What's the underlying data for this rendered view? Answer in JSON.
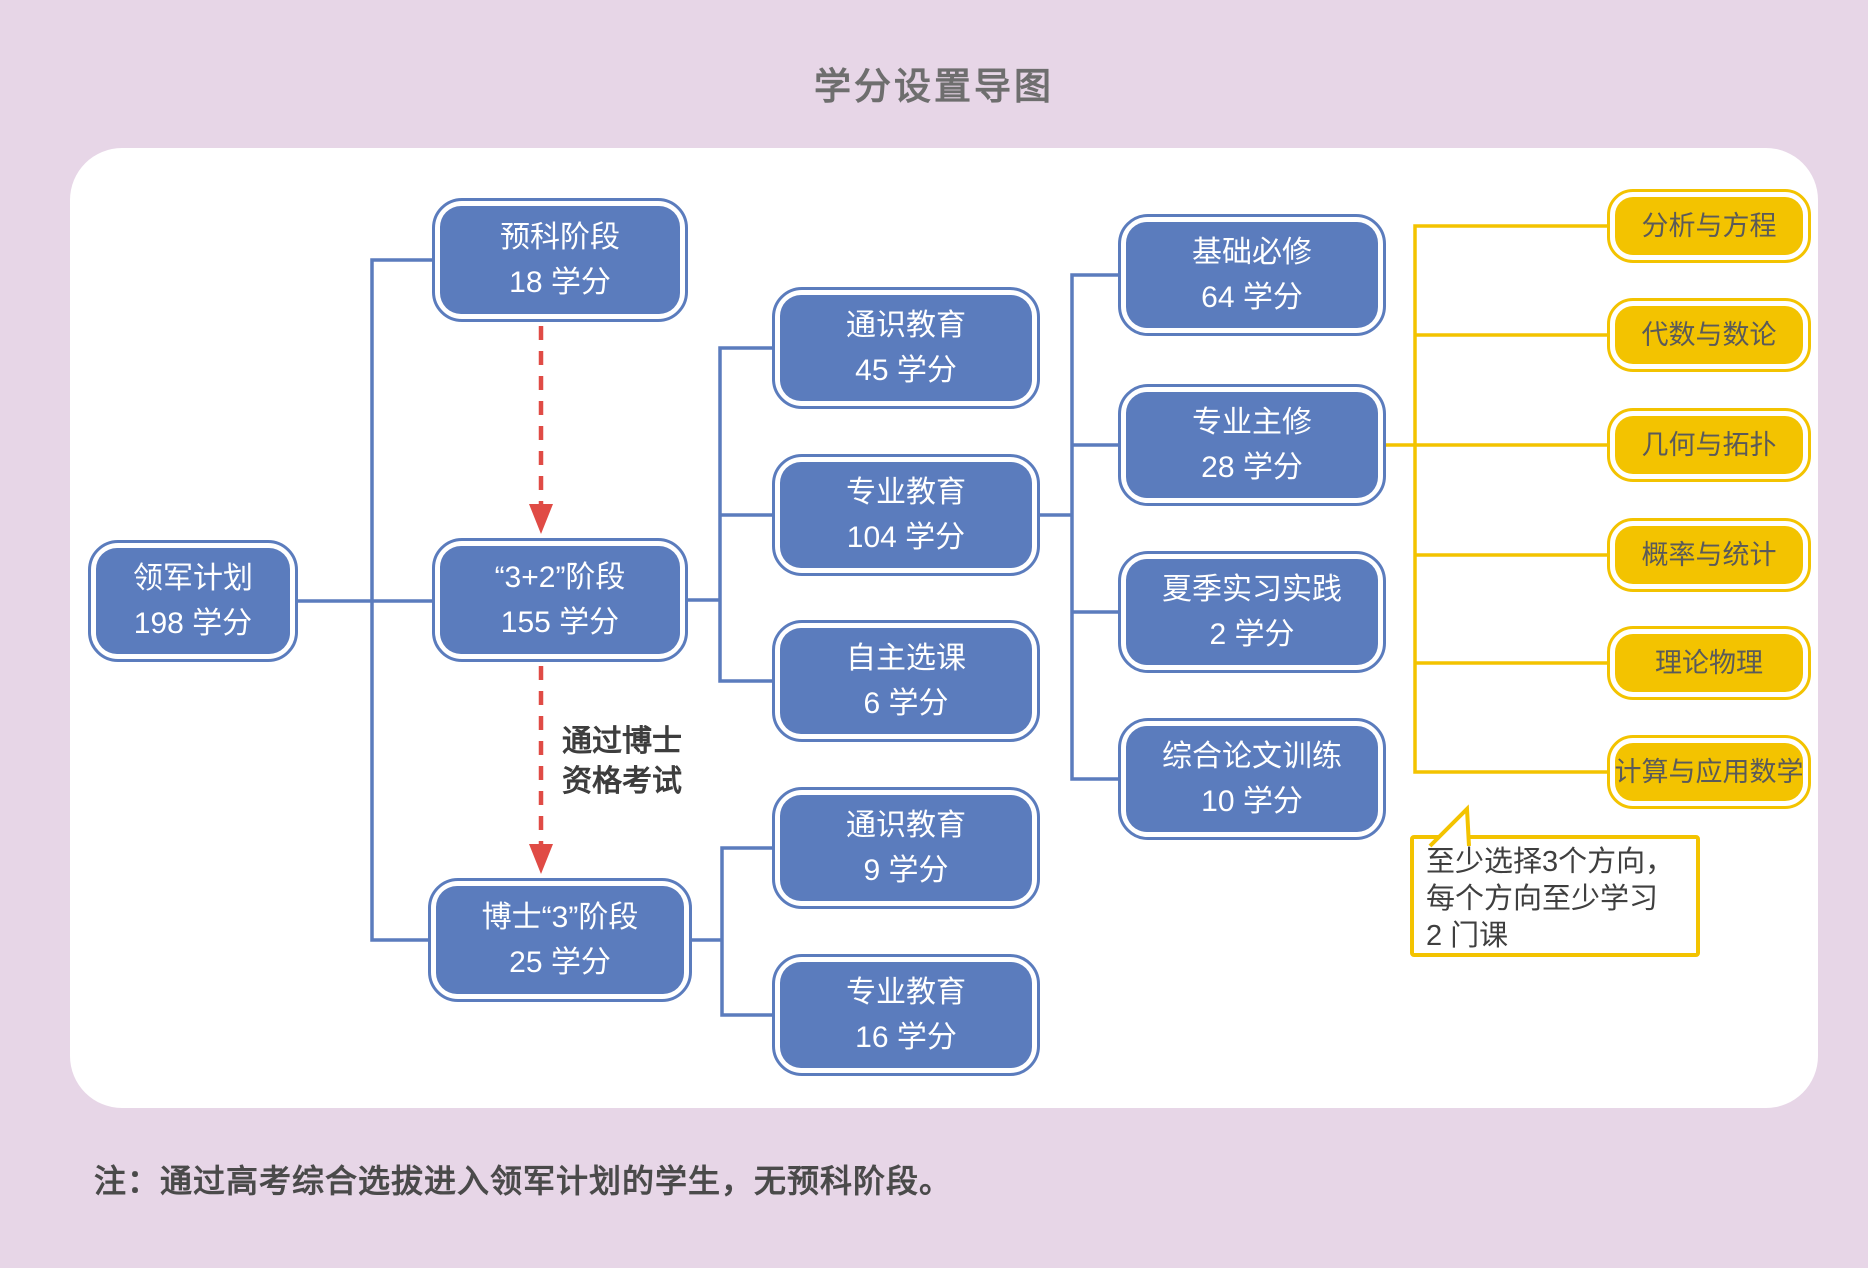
{
  "title": "学分设置导图",
  "note": "注：通过高考综合选拔进入领军计划的学生，无预科阶段。",
  "root": {
    "label": "领军计划",
    "credits": "198 学分"
  },
  "stages": [
    {
      "label": "预科阶段",
      "credits": "18 学分"
    },
    {
      "label": "“3+2”阶段",
      "credits": "155 学分"
    },
    {
      "label": "博士“3”阶段",
      "credits": "25 学分"
    }
  ],
  "stage2_children": [
    {
      "label": "通识教育",
      "credits": "45 学分"
    },
    {
      "label": "专业教育",
      "credits": "104 学分"
    },
    {
      "label": "自主选课",
      "credits": "6 学分"
    }
  ],
  "stage3_children": [
    {
      "label": "通识教育",
      "credits": "9 学分"
    },
    {
      "label": "专业教育",
      "credits": "16 学分"
    }
  ],
  "major_children": [
    {
      "label": "基础必修",
      "credits": "64 学分"
    },
    {
      "label": "专业主修",
      "credits": "28 学分"
    },
    {
      "label": "夏季实习实践",
      "credits": "2 学分"
    },
    {
      "label": "综合论文训练",
      "credits": "10 学分"
    }
  ],
  "directions": [
    "分析与方程",
    "代数与数论",
    "几何与拓扑",
    "概率与统计",
    "理论物理",
    "计算与应用数学"
  ],
  "transition": {
    "lines": [
      "通过博士",
      "资格考试"
    ]
  },
  "callout": {
    "lines": [
      "至少选择3个方向，",
      "每个方向至少学习",
      "2 门课"
    ]
  },
  "colors": {
    "background": "#E7D6E7",
    "panel": "#FFFFFF",
    "node_blue": "#5B7CBD",
    "node_yellow": "#F3C300",
    "arrow_red": "#E04B45",
    "title_text": "#6E6E6E",
    "note_text": "#4A4A4A"
  }
}
